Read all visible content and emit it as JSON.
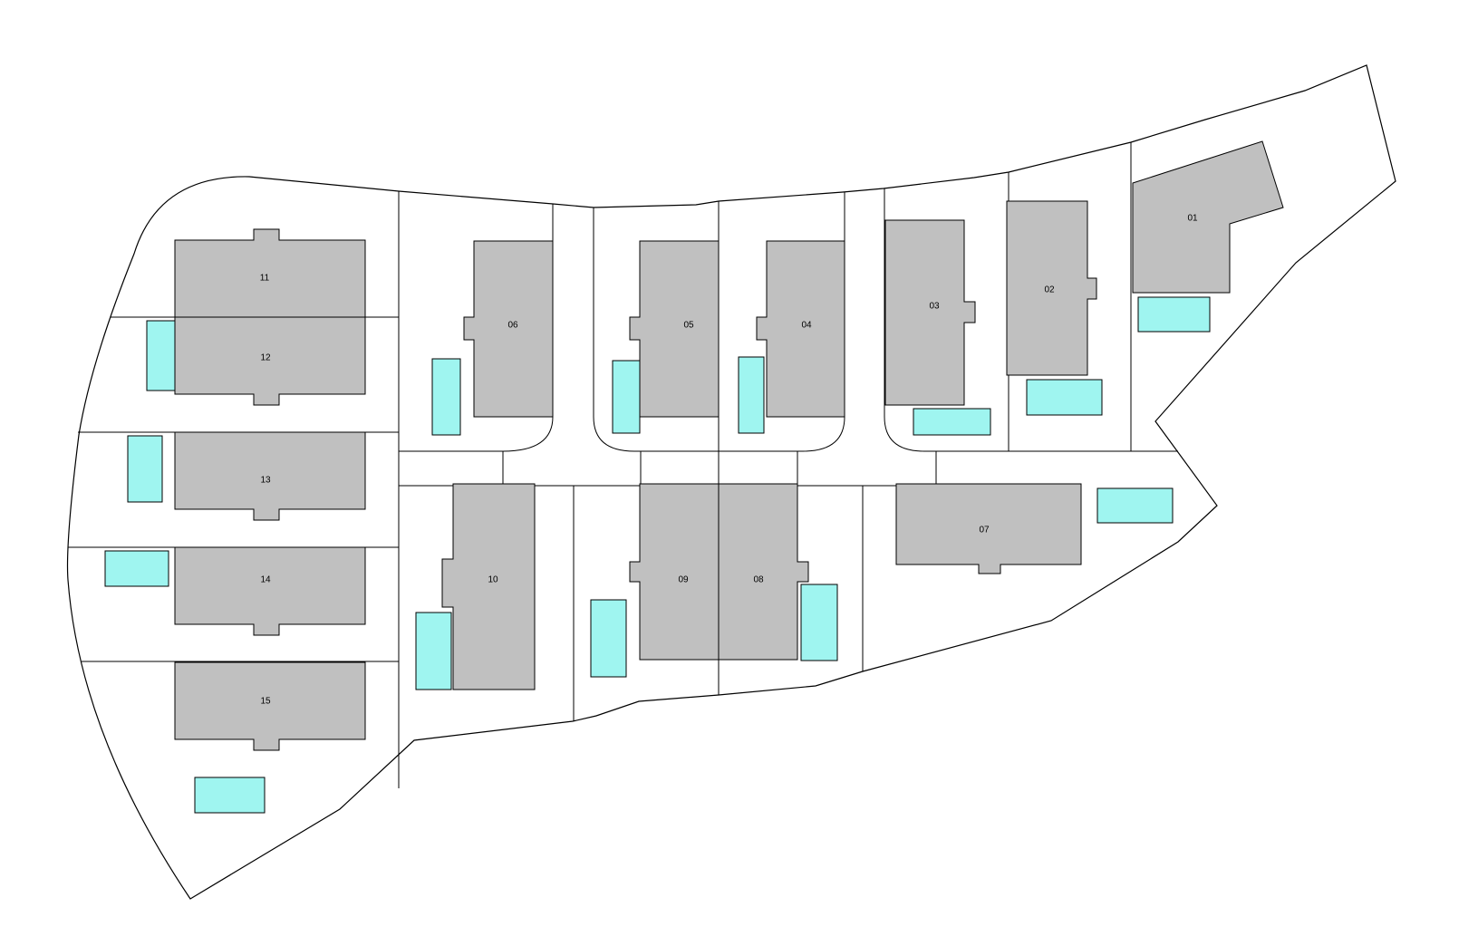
{
  "colors": {
    "house": "#c0c0c0",
    "garage": "#9ff5f0",
    "background": "#ffffff",
    "line": "#000000"
  },
  "lots": [
    {
      "id": "lot-01",
      "label": "01"
    },
    {
      "id": "lot-02",
      "label": "02"
    },
    {
      "id": "lot-03",
      "label": "03"
    },
    {
      "id": "lot-04",
      "label": "04"
    },
    {
      "id": "lot-05",
      "label": "05"
    },
    {
      "id": "lot-06",
      "label": "06"
    },
    {
      "id": "lot-07",
      "label": "07"
    },
    {
      "id": "lot-08",
      "label": "08"
    },
    {
      "id": "lot-09",
      "label": "09"
    },
    {
      "id": "lot-10",
      "label": "10"
    },
    {
      "id": "lot-11",
      "label": "11"
    },
    {
      "id": "lot-12",
      "label": "12"
    },
    {
      "id": "lot-13",
      "label": "13"
    },
    {
      "id": "lot-14",
      "label": "14"
    },
    {
      "id": "lot-15",
      "label": "15"
    }
  ]
}
